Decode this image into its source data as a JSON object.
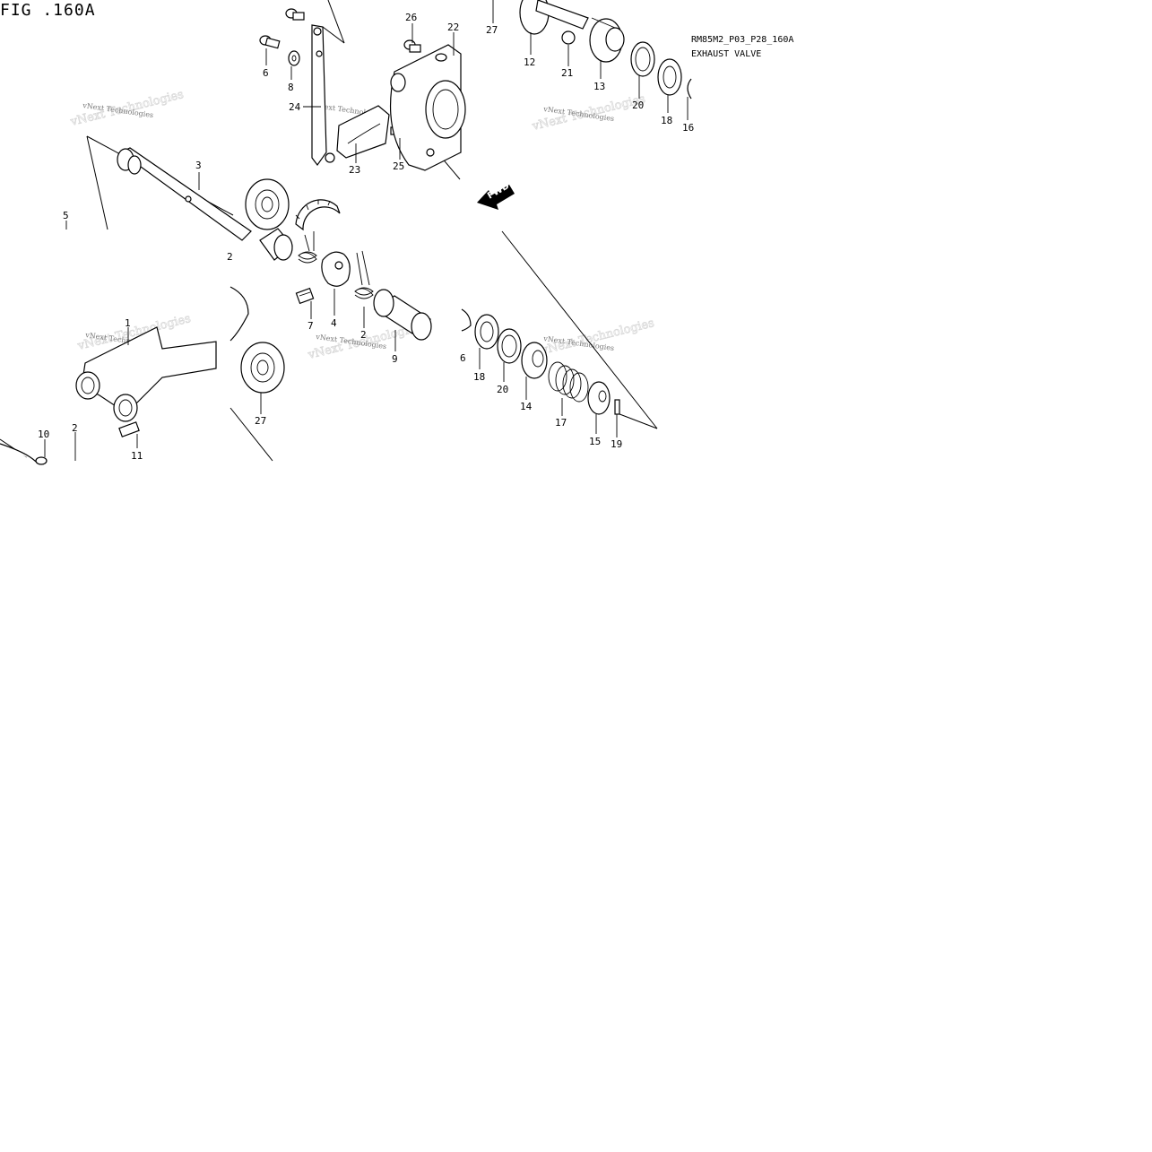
{
  "figure_label": "FIG .160A",
  "diagram_code": "RM85M2_P03_P28_160A",
  "section_title": "EXHAUST VALVE",
  "direction_arrow_label": "FWD",
  "watermark_text": "vNext Technologies",
  "callouts": {
    "n1": "1",
    "n2a": "2",
    "n2b": "2",
    "n2c": "2",
    "n3": "3",
    "n4": "4",
    "n5": "5",
    "n6a": "6",
    "n6b": "6",
    "n7": "7",
    "n8": "8",
    "n9": "9",
    "n10": "10",
    "n11": "11",
    "n12": "12",
    "n13": "13",
    "n14": "14",
    "n15": "15",
    "n16": "16",
    "n17": "17",
    "n18a": "18",
    "n18b": "18",
    "n19": "19",
    "n20a": "20",
    "n20b": "20",
    "n21": "21",
    "n22": "22",
    "n23": "23",
    "n24": "24",
    "n25": "25",
    "n26": "26",
    "n27a": "27",
    "n27b": "27"
  }
}
